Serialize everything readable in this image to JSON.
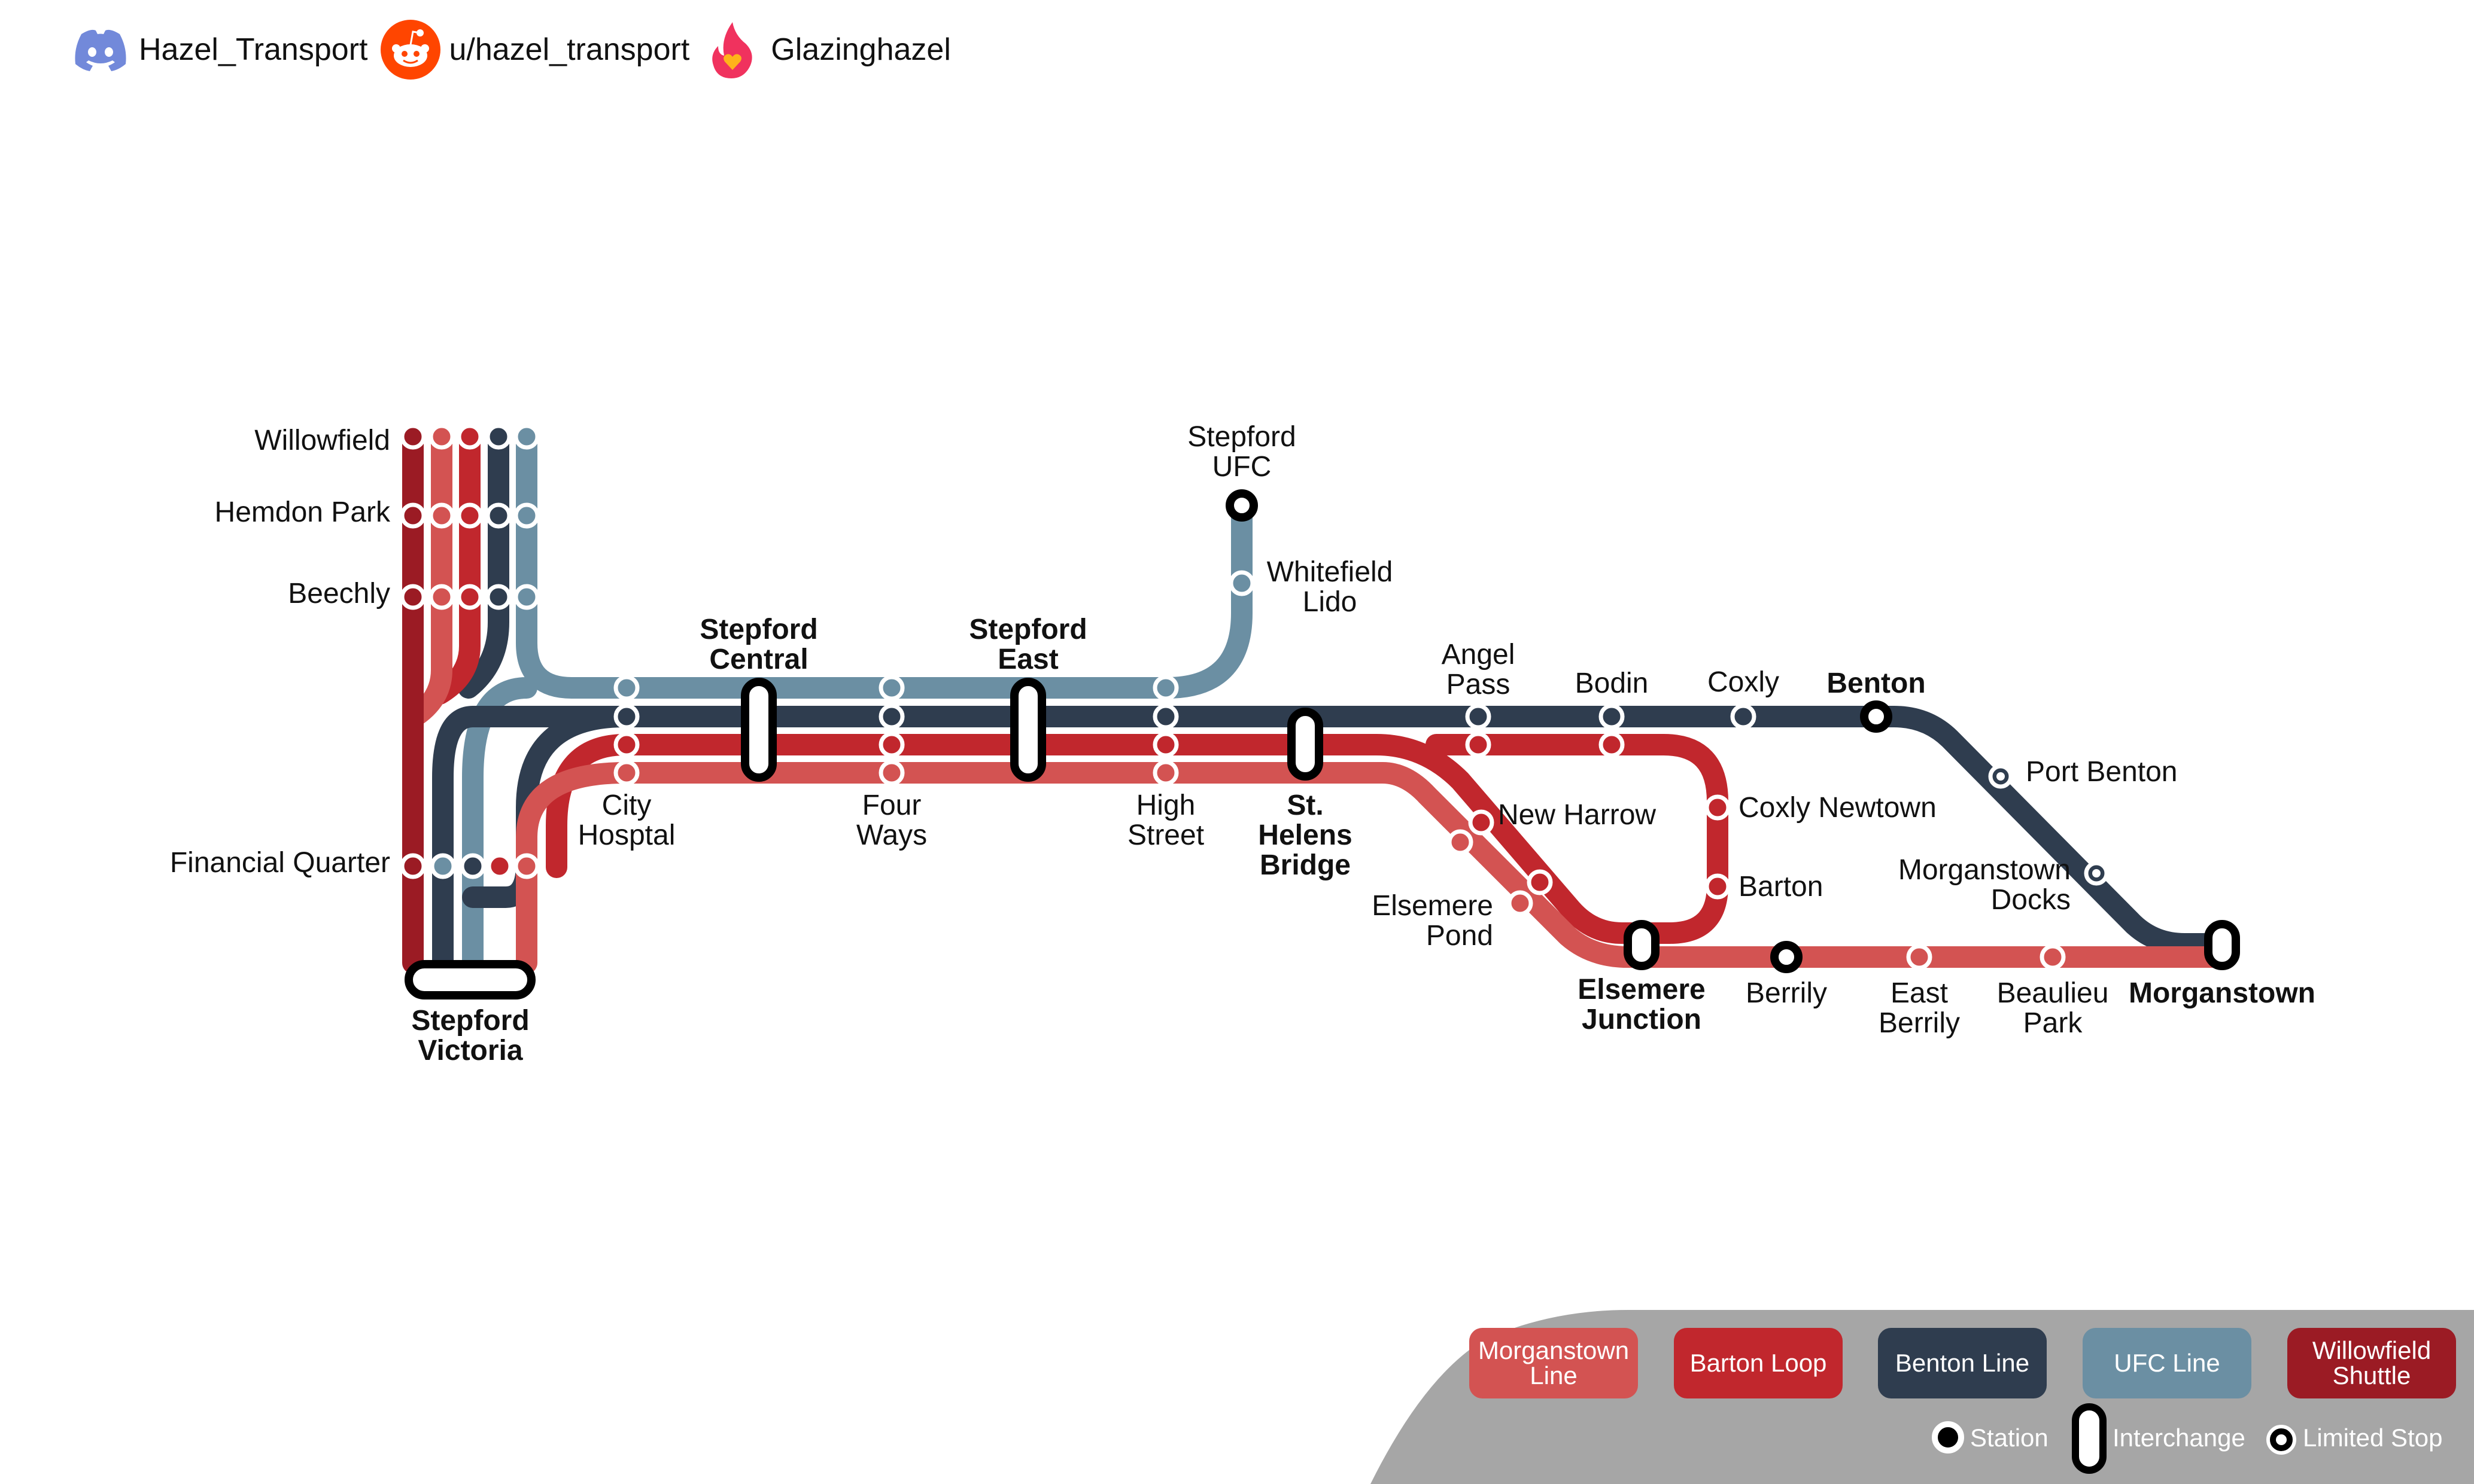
{
  "header": {
    "discord_handle": "Hazel_Transport",
    "reddit_handle": "u/hazel_transport",
    "third_handle": "Glazinghazel",
    "discord_icon": "discord-icon",
    "reddit_icon": "reddit-icon",
    "third_icon": "flame-heart-icon"
  },
  "colors": {
    "morganstown": "#d35352",
    "barton": "#c1272d",
    "benton": "#2f3d4f",
    "ufc": "#6b8fa3",
    "willowfield": "#9b1b24",
    "legend_bg": "#a6a6a6"
  },
  "lines": [
    {
      "id": "morganstown",
      "name": "Morganstown Line"
    },
    {
      "id": "barton",
      "name": "Barton Loop"
    },
    {
      "id": "benton",
      "name": "Benton Line"
    },
    {
      "id": "ufc",
      "name": "UFC Line"
    },
    {
      "id": "willowfield",
      "name": "Willowfield Shuttle"
    }
  ],
  "stations": {
    "willowfield": "Willowfield",
    "hemdon_park": "Hemdon Park",
    "beechly": "Beechly",
    "financial_quarter": "Financial Quarter",
    "stepford_victoria": "Stepford Victoria",
    "city_hospital": "City Hosptal",
    "stepford_central": "Stepford Central",
    "four_ways": "Four Ways",
    "stepford_east": "Stepford East",
    "high_street": "High Street",
    "stepford_ufc": "Stepford UFC",
    "whitefield_lido": "Whitefield Lido",
    "st_helens_bridge": "St. Helens Bridge",
    "angel_pass": "Angel Pass",
    "bodin": "Bodin",
    "coxly": "Coxly",
    "benton": "Benton",
    "port_benton": "Port Benton",
    "morganstown_docks": "Morganstown Docks",
    "morganstown": "Morganstown",
    "coxly_newtown": "Coxly Newtown",
    "barton": "Barton",
    "new_harrow": "New Harrow",
    "elsemere_pond": "Elsemere Pond",
    "elsemere_junction": "Elsemere Junction",
    "berrily": "Berrily",
    "east_berrily": "East Berrily",
    "beaulieu_park": "Beaulieu Park"
  },
  "legend": {
    "morganstown_chip": "Morganstown Line",
    "barton_chip": "Barton Loop",
    "benton_chip": "Benton Line",
    "ufc_chip": "UFC Line",
    "willowfield_chip": "Willowfield Shuttle",
    "station_key": "Station",
    "interchange_key": "Interchange",
    "limited_key": "Limited Stop"
  }
}
